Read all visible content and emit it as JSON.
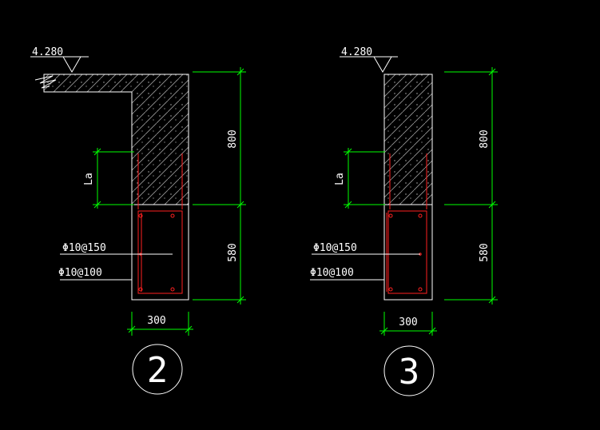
{
  "colors": {
    "background": "#000000",
    "outline": "#ffffff",
    "dimension": "#00ff00",
    "rebar": "#ff2020",
    "text": "#ffffff"
  },
  "details": [
    {
      "number": "2",
      "elevation": "4.280",
      "dim_upper": "800",
      "dim_lower": "580",
      "dim_width": "300",
      "anchorage_label": "La",
      "rebar_label_1": "Φ10@150",
      "rebar_label_2": "Φ10@100",
      "has_slab": true
    },
    {
      "number": "3",
      "elevation": "4.280",
      "dim_upper": "800",
      "dim_lower": "580",
      "dim_width": "300",
      "anchorage_label": "La",
      "rebar_label_1": "Φ10@150",
      "rebar_label_2": "Φ10@100",
      "has_slab": false
    }
  ]
}
